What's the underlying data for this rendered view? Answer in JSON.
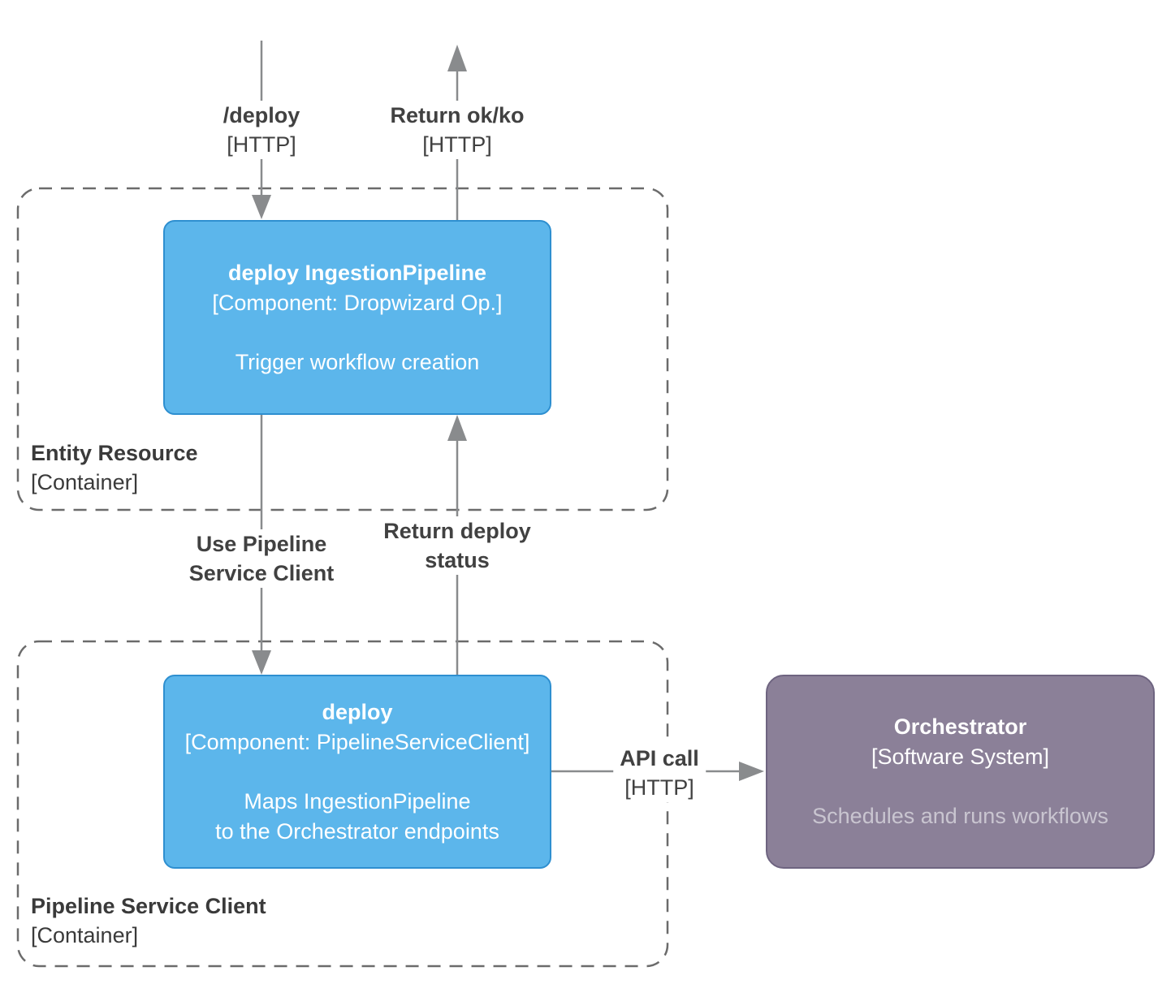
{
  "diagram": {
    "kind": "C4 component diagram",
    "colors": {
      "component_fill": "#5cb6eb",
      "component_border": "#2e8fd0",
      "external_fill": "#8b8098",
      "external_border": "#6e6480",
      "connector_gray": "#898b8d",
      "container_dash_gray": "#6b6b6b",
      "label_text": "#414141",
      "external_desc_text": "#c9c5d0"
    }
  },
  "containers": {
    "entity_resource": {
      "name": "Entity Resource",
      "type": "[Container]"
    },
    "pipeline_service_client": {
      "name": "Pipeline Service Client",
      "type": "[Container]"
    }
  },
  "components": {
    "deploy_ingestion_pipeline": {
      "title": "deploy IngestionPipeline",
      "meta": "[Component: Dropwizard Op.]",
      "description": "Trigger workflow creation"
    },
    "deploy": {
      "title": "deploy",
      "meta": "[Component: PipelineServiceClient]",
      "description": "Maps IngestionPipeline\nto the Orchestrator endpoints"
    }
  },
  "external_systems": {
    "orchestrator": {
      "title": "Orchestrator",
      "meta": "[Software System]",
      "description": "Schedules and runs workflows"
    }
  },
  "relationships": {
    "deploy_request": {
      "label": "/deploy",
      "tech": "[HTTP]"
    },
    "return_ok_ko": {
      "label": "Return ok/ko",
      "tech": "[HTTP]"
    },
    "use_pipeline_service_client": {
      "label": "Use Pipeline\nService Client"
    },
    "return_deploy_status": {
      "label": "Return deploy\nstatus"
    },
    "api_call": {
      "label": "API call",
      "tech": "[HTTP]"
    }
  }
}
